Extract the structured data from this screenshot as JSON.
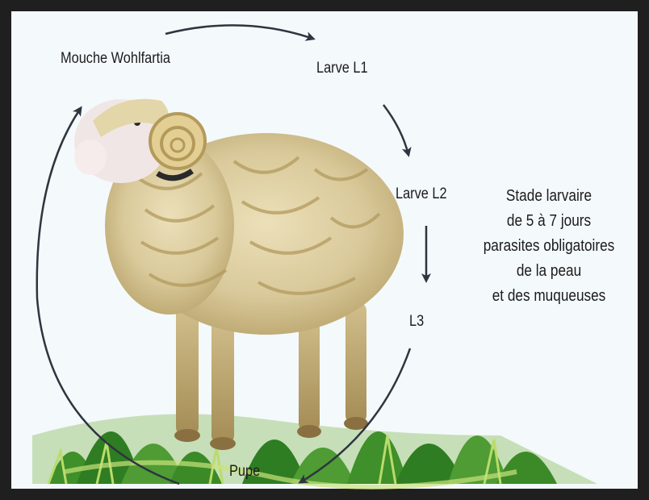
{
  "diagram": {
    "stages": {
      "adult": "Mouche Wohlfartia",
      "l1": "Larve L1",
      "l2": "Larve L2",
      "l3": "L3",
      "pupa": "Pupe"
    },
    "note_lines": [
      "Stade larvaire",
      "de 5 à 7 jours",
      "parasites obligatoires",
      "de la peau",
      "et des muqueuses"
    ],
    "colors": {
      "arrow": "#2f3440",
      "wool": "#d9c99a",
      "grass": "#3f8f2a",
      "background": "#f4f9fb"
    },
    "illustration": "sheep-on-grass"
  }
}
